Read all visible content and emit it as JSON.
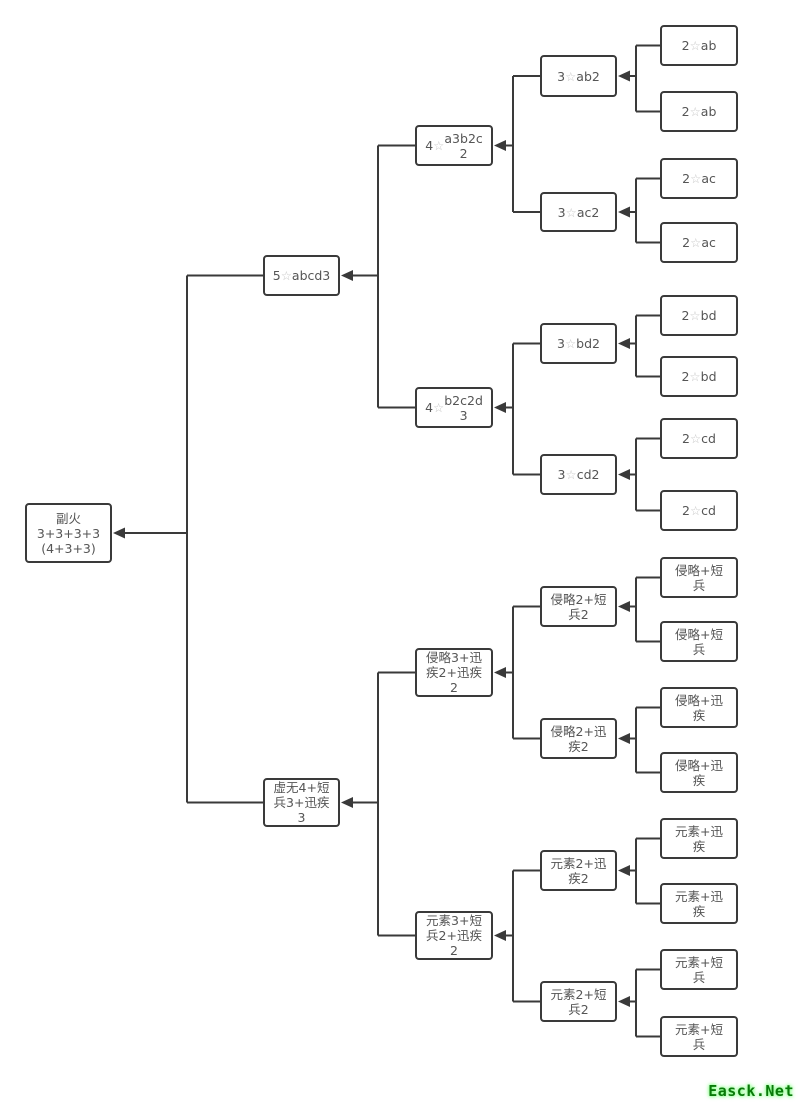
{
  "diagram": {
    "type": "tree",
    "direction": "right-to-left",
    "root": {
      "id": "root",
      "label": "副火\n3+3+3+3\n(4+3+3)",
      "children": [
        {
          "id": "n1a",
          "label": "5☆abcd3",
          "children": [
            {
              "id": "n2a",
              "label": "4☆a3b2c\n2",
              "children": [
                {
                  "id": "n3a",
                  "label": "3☆ab2",
                  "children": [
                    {
                      "id": "l1",
                      "label": "2☆ab"
                    },
                    {
                      "id": "l2",
                      "label": "2☆ab"
                    }
                  ]
                },
                {
                  "id": "n3b",
                  "label": "3☆ac2",
                  "children": [
                    {
                      "id": "l3",
                      "label": "2☆ac"
                    },
                    {
                      "id": "l4",
                      "label": "2☆ac"
                    }
                  ]
                }
              ]
            },
            {
              "id": "n2b",
              "label": "4☆b2c2d\n3",
              "children": [
                {
                  "id": "n3c",
                  "label": "3☆bd2",
                  "children": [
                    {
                      "id": "l5",
                      "label": "2☆bd"
                    },
                    {
                      "id": "l6",
                      "label": "2☆bd"
                    }
                  ]
                },
                {
                  "id": "n3d",
                  "label": "3☆cd2",
                  "children": [
                    {
                      "id": "l7",
                      "label": "2☆cd"
                    },
                    {
                      "id": "l8",
                      "label": "2☆cd"
                    }
                  ]
                }
              ]
            }
          ]
        },
        {
          "id": "n1b",
          "label": "虚无4+短\n兵3+迅疾\n3",
          "children": [
            {
              "id": "n2c",
              "label": "侵略3+迅\n疾2+迅疾\n2",
              "children": [
                {
                  "id": "n3e",
                  "label": "侵略2+短\n兵2",
                  "children": [
                    {
                      "id": "l9",
                      "label": "侵略+短\n兵"
                    },
                    {
                      "id": "l10",
                      "label": "侵略+短\n兵"
                    }
                  ]
                },
                {
                  "id": "n3f",
                  "label": "侵略2+迅\n疾2",
                  "children": [
                    {
                      "id": "l11",
                      "label": "侵略+迅\n疾"
                    },
                    {
                      "id": "l12",
                      "label": "侵略+迅\n疾"
                    }
                  ]
                }
              ]
            },
            {
              "id": "n2d",
              "label": "元素3+短\n兵2+迅疾\n2",
              "children": [
                {
                  "id": "n3g",
                  "label": "元素2+迅\n疾2",
                  "children": [
                    {
                      "id": "l13",
                      "label": "元素+迅\n疾"
                    },
                    {
                      "id": "l14",
                      "label": "元素+迅\n疾"
                    }
                  ]
                },
                {
                  "id": "n3h",
                  "label": "元素2+短\n兵2",
                  "children": [
                    {
                      "id": "l15",
                      "label": "元素+短\n兵"
                    },
                    {
                      "id": "l16",
                      "label": "元素+短\n兵"
                    }
                  ]
                }
              ]
            }
          ]
        }
      ]
    }
  },
  "colors": {
    "line": "#3a3a3a",
    "text": "#555555",
    "star": "#c8c8c8",
    "watermark": "#0a7a0a"
  },
  "watermark": "Easck.Net"
}
